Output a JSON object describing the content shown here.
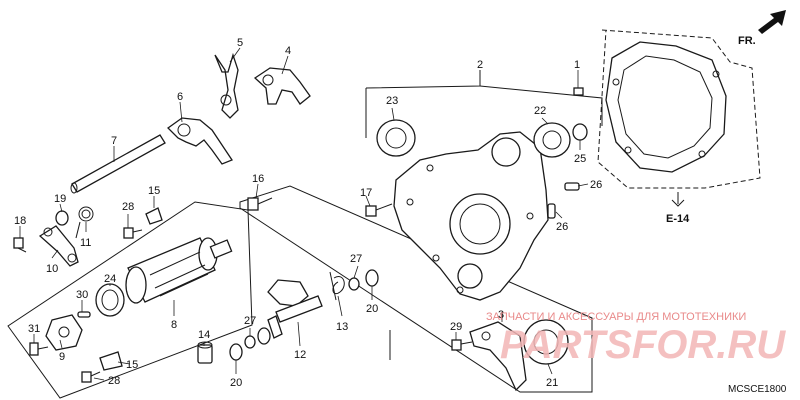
{
  "diagram": {
    "diagram_code": "MCSCE1800",
    "front_marker": "FR.",
    "cross_reference": "E-14",
    "watermark": {
      "tagline": "ЗАПЧАСТИ И АКСЕССУАРЫ ДЛЯ МОТОТЕХНИКИ",
      "logo": "PARTSFOR.RU"
    },
    "callouts": [
      "1",
      "2",
      "3",
      "4",
      "5",
      "6",
      "7",
      "8",
      "9",
      "10",
      "11",
      "12",
      "13",
      "14",
      "15",
      "15",
      "16",
      "17",
      "18",
      "19",
      "20",
      "20",
      "21",
      "22",
      "23",
      "24",
      "25",
      "26",
      "26",
      "27",
      "27",
      "28",
      "28",
      "29",
      "30",
      "31"
    ]
  }
}
